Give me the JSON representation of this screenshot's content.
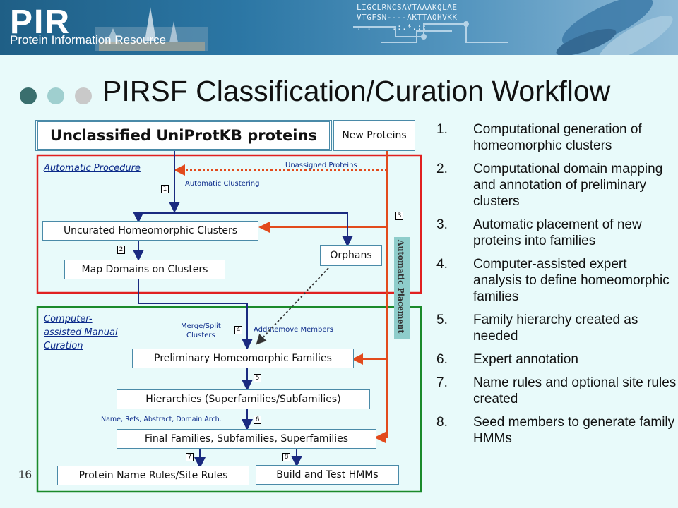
{
  "header": {
    "logo_text": "PIR",
    "logo_subtitle": "Protein Information Resource",
    "sequence_lines": [
      "LIGCLRNCSAVTAAAKQLAE",
      "VTGFSN----AKTTAQHVKK",
      ". .    .:.*.::"
    ]
  },
  "title": "PIRSF Classification/Curation Workflow",
  "colors": {
    "dot1": "#3a6f6e",
    "dot2": "#9fcfcf",
    "dot3": "#c9c9c9",
    "auto_border": "#e02020",
    "manual_border": "#1a8a2a",
    "red_arrow": "#e24a1c",
    "blue_arrow": "#1a2a80"
  },
  "diagram": {
    "unclassified": "Unclassified UniProtKB proteins",
    "new_proteins": "New Proteins",
    "automatic_procedure": "Automatic Procedure",
    "unassigned_proteins": "Unassigned Proteins",
    "automatic_clustering": "Automatic Clustering",
    "uncurated_clusters": "Uncurated Homeomorphic Clusters",
    "orphans": "Orphans",
    "map_domains": "Map Domains on Clusters",
    "automatic_placement": "Automatic Placement",
    "manual_curation_line1": "Computer-",
    "manual_curation_line2": "assisted Manual",
    "manual_curation_line3": "Curation",
    "merge_split_line1": "Merge/Split",
    "merge_split_line2": "Clusters",
    "add_remove": "Add/Remove Members",
    "preliminary_families": "Preliminary Homeomorphic Families",
    "hierarchies": "Hierarchies (Superfamilies/Subfamilies)",
    "name_refs": "Name, Refs, Abstract, Domain Arch.",
    "final_families": "Final Families, Subfamilies, Superfamilies",
    "name_rules": "Protein Name Rules/Site Rules",
    "build_hmms": "Build and Test HMMs",
    "step_numbers": [
      "1",
      "2",
      "3",
      "4",
      "5",
      "6",
      "7",
      "8"
    ]
  },
  "steps": [
    {
      "num": "1.",
      "text": "Computational generation of homeomorphic clusters"
    },
    {
      "num": "2.",
      "text": "Computational domain mapping and annotation of preliminary clusters"
    },
    {
      "num": "3.",
      "text": "Automatic placement of new proteins into families"
    },
    {
      "num": "4.",
      "text": "Computer-assisted expert analysis to define homeomorphic families"
    },
    {
      "num": "5.",
      "text": "Family hierarchy created as needed"
    },
    {
      "num": "6.",
      "text": "Expert annotation"
    },
    {
      "num": "7.",
      "text": "Name rules and optional site rules created"
    },
    {
      "num": "8.",
      "text": "Seed members to generate family HMMs"
    }
  ],
  "page_number": "16"
}
